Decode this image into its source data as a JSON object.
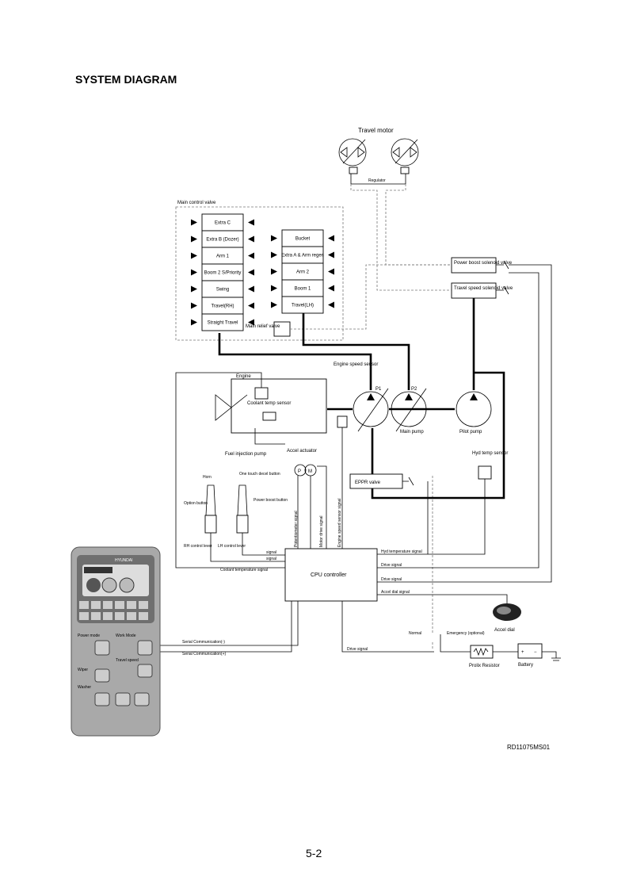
{
  "page": {
    "title": "SYSTEM DIAGRAM",
    "doc_id": "RD11075MS01",
    "page_number": "5-2"
  },
  "diagram": {
    "travel_motor": "Travel motor",
    "regulator": "Regulator",
    "main_control_valve": "Main control valve",
    "spools_left": [
      "Extra C",
      "Extra B (Dozer)",
      "Arm 1",
      "Boom 2 S/Priority",
      "Swing",
      "Travel(RH)",
      "Straight Travel"
    ],
    "spools_right": [
      "Bucket",
      "Extra A & Arm regen",
      "Arm 2",
      "Boom 1",
      "Travel(LH)"
    ],
    "main_relief_valve": "Main relief valve",
    "power_boost_solenoid": "Power boost solenoid valve",
    "travel_speed_solenoid": "Travel speed solenoid valve",
    "engine": "Engine",
    "coolant_temp_sensor": "Coolant temp sensor",
    "engine_speed_sensor": "Engine speed sensor",
    "p1": "P1",
    "p2": "P2",
    "main_pump": "Main pump",
    "pilot_pump": "Pilot pump",
    "fuel_injection_pump": "Fuel injection pump",
    "accel_actuator": "Accel actuator",
    "actuator_p": "P",
    "actuator_m": "M",
    "hyd_temp_sensor": "Hyd temp sensor",
    "eppr_valve": "EPPR valve",
    "horn": "Horn",
    "one_touch_decel": "One touch decel button",
    "power_boost_button": "Power boost button",
    "option_button": "Option button",
    "rh_control_lever": "RH control lever",
    "lh_control_lever": "LH control lever",
    "signal": "signal",
    "coolant_temperature_signal": "Coolant temperature signal",
    "potentiometer_signal": "Potentiometer signal",
    "motor_drive_signal": "Motor drive signal",
    "engine_speed_sensor_signal": "Engine speed sensor signal",
    "cpu_controller": "CPU controller",
    "hyd_temperature_signal": "Hyd temperature signal",
    "drive_signal": "Drive signal",
    "accel_dial_signal": "Accel dial signal",
    "accel_dial": "Accel dial",
    "serial_comm_minus": "Serial Communication(-)",
    "serial_comm_plus": "Serial Communication(+)",
    "normal": "Normal",
    "emergency": "Emergency (optional)",
    "prolix_resistor": "Prolix Resistor",
    "battery": "Battery",
    "battery_plus": "+",
    "battery_minus": "−"
  },
  "cluster": {
    "brand": "HYUNDAI",
    "power_mode": "Power mode",
    "work_mode": "Work Mode",
    "travel_speed": "Travel speed",
    "wiper": "Wiper",
    "washer": "Washer"
  }
}
